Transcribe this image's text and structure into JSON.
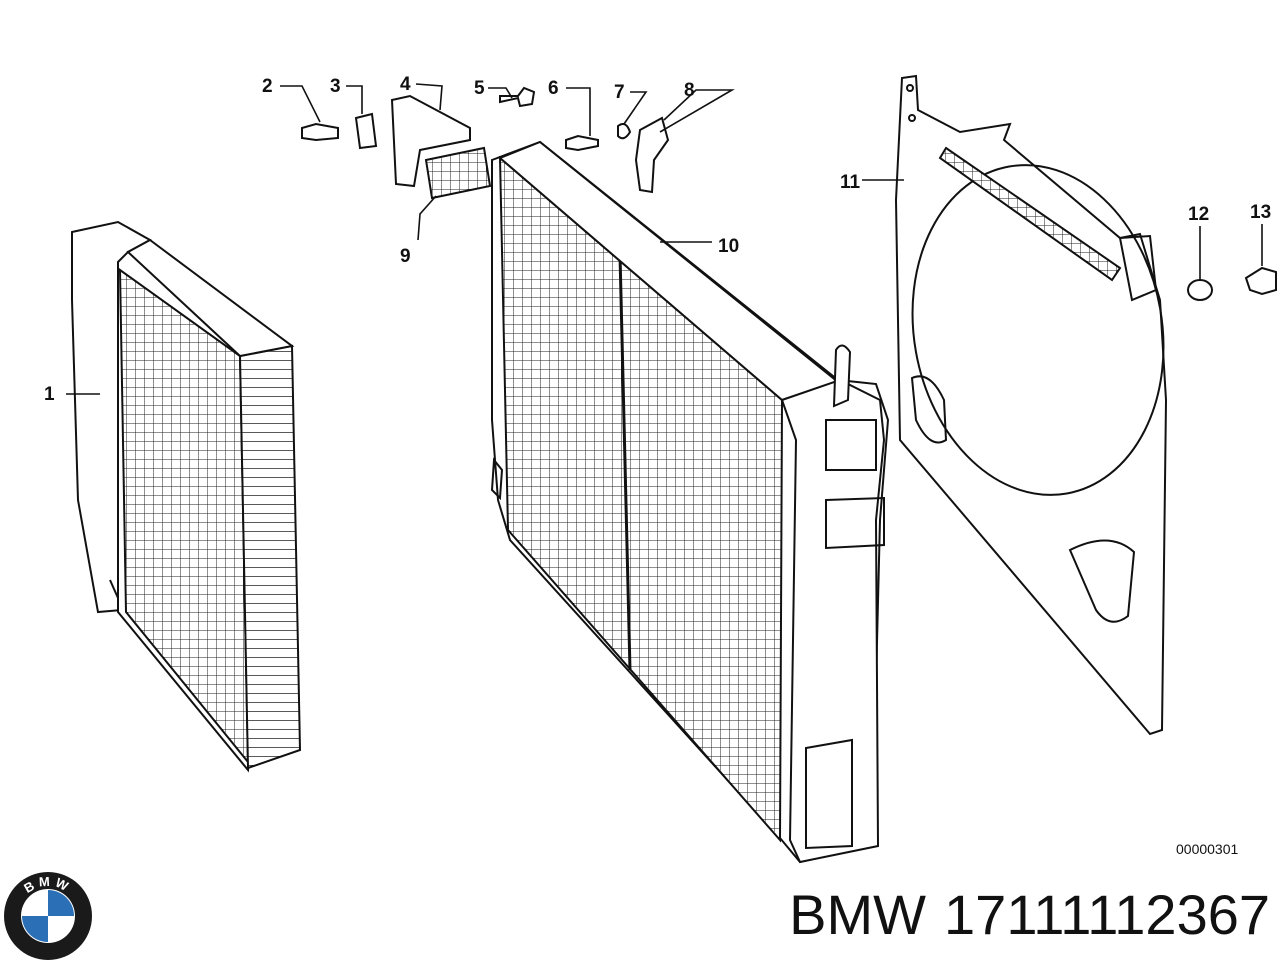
{
  "callouts": {
    "c1": "1",
    "c2": "2",
    "c3": "3",
    "c4": "4",
    "c5": "5",
    "c6": "6",
    "c7": "7",
    "c8": "8",
    "c9": "9",
    "c10": "10",
    "c11": "11",
    "c12": "12",
    "c13": "13"
  },
  "drawing_code": "00000301",
  "brand": {
    "name": "BMW",
    "part_number": "17111112367",
    "logo_letters": "BMW",
    "logo_colors": {
      "outer": "#1a1a1a",
      "blue": "#2b6fb6",
      "white": "#ffffff"
    }
  }
}
